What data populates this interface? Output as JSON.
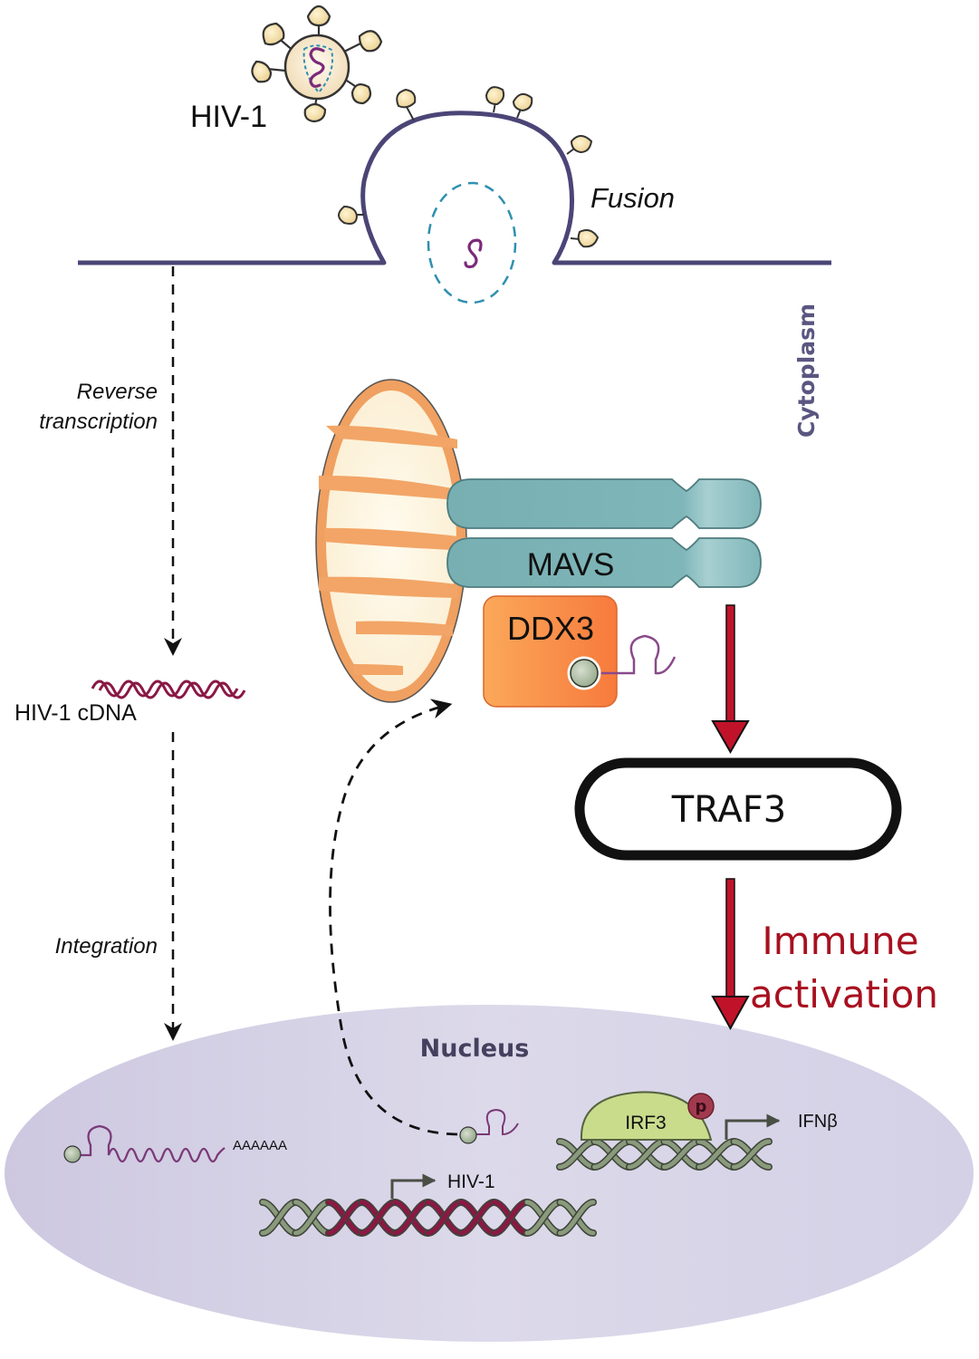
{
  "virus": {
    "label": "HIV-1"
  },
  "membrane": {
    "event_label": "Fusion",
    "compartment_label": "Cytoplasm"
  },
  "left_pathway": {
    "step1_line1": "Reverse",
    "step1_line2": "transcription",
    "cdna_label": "HIV-1 cDNA",
    "step2": "Integration"
  },
  "mitochondrion": {
    "protein_complex": "MAVS",
    "helicase": "DDX3"
  },
  "signaling": {
    "adaptor": "TRAF3",
    "outcome_line1": "Immune",
    "outcome_line2": "activation"
  },
  "nucleus": {
    "label": "Nucleus",
    "mrna_tail": "AAAAAA",
    "provirus_label": "HIV-1",
    "transcription_factor": "IRF3",
    "phospho_mark": "p",
    "target_gene": "IFNβ"
  },
  "colors": {
    "membrane": "#4b4577",
    "mito_orange": "#f0a060",
    "mavs_teal": "#7fb5b8",
    "ddx3_orange": "#f7843f",
    "signal_red": "#c0132a",
    "nucleus_lavender": "#d6d2e6",
    "dna_green": "#8a9a7c",
    "dna_hiv": "#8a1845",
    "rna_purple": "#7a3a78"
  }
}
